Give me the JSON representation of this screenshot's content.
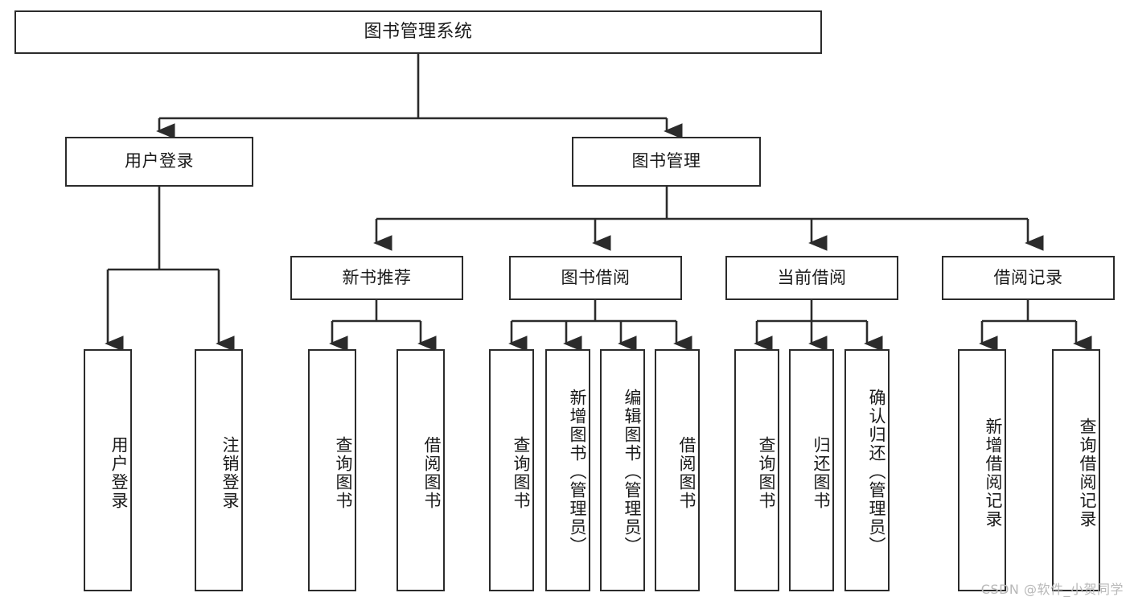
{
  "diagram": {
    "type": "tree-hierarchy",
    "title": "图书管理系统",
    "background_color": "#ffffff",
    "line_color": "#2b2b2b",
    "text_color": "#1a1a1a",
    "root": {
      "id": "root",
      "label": "图书管理系统",
      "orientation": "horizontal"
    },
    "level2": [
      {
        "id": "user-login",
        "label": "用户登录",
        "orientation": "horizontal"
      },
      {
        "id": "book-manage",
        "label": "图书管理",
        "orientation": "horizontal"
      }
    ],
    "level3": [
      {
        "id": "new-book-recommend",
        "label": "新书推荐",
        "orientation": "horizontal",
        "parent": "book-manage"
      },
      {
        "id": "book-borrow",
        "label": "图书借阅",
        "orientation": "horizontal",
        "parent": "book-manage"
      },
      {
        "id": "current-borrow",
        "label": "当前借阅",
        "orientation": "horizontal",
        "parent": "book-manage"
      },
      {
        "id": "borrow-record",
        "label": "借阅记录",
        "orientation": "horizontal",
        "parent": "book-manage"
      }
    ],
    "leaves": {
      "user_login": [
        {
          "id": "leaf-user-login",
          "label": "用户登录"
        },
        {
          "id": "leaf-logout-login",
          "label": "注销登录"
        }
      ],
      "new_book_recommend": [
        {
          "id": "leaf-query-book-1",
          "label": "查询图书"
        },
        {
          "id": "leaf-borrow-book-1",
          "label": "借阅图书"
        }
      ],
      "book_borrow": [
        {
          "id": "leaf-query-book-2",
          "label": "查询图书"
        },
        {
          "id": "leaf-add-book",
          "label": "新增图书（管理员）"
        },
        {
          "id": "leaf-edit-book",
          "label": "编辑图书（管理员）"
        },
        {
          "id": "leaf-borrow-book-2",
          "label": "借阅图书"
        }
      ],
      "current_borrow": [
        {
          "id": "leaf-query-book-3",
          "label": "查询图书"
        },
        {
          "id": "leaf-return-book",
          "label": "归还图书"
        },
        {
          "id": "leaf-confirm-return",
          "label": "确认归还（管理员）"
        }
      ],
      "borrow_record": [
        {
          "id": "leaf-add-record",
          "label": "新增借阅记录"
        },
        {
          "id": "leaf-query-record",
          "label": "查询借阅记录"
        }
      ]
    }
  },
  "watermark": {
    "text": "CSDN @软件_小贺同学"
  }
}
